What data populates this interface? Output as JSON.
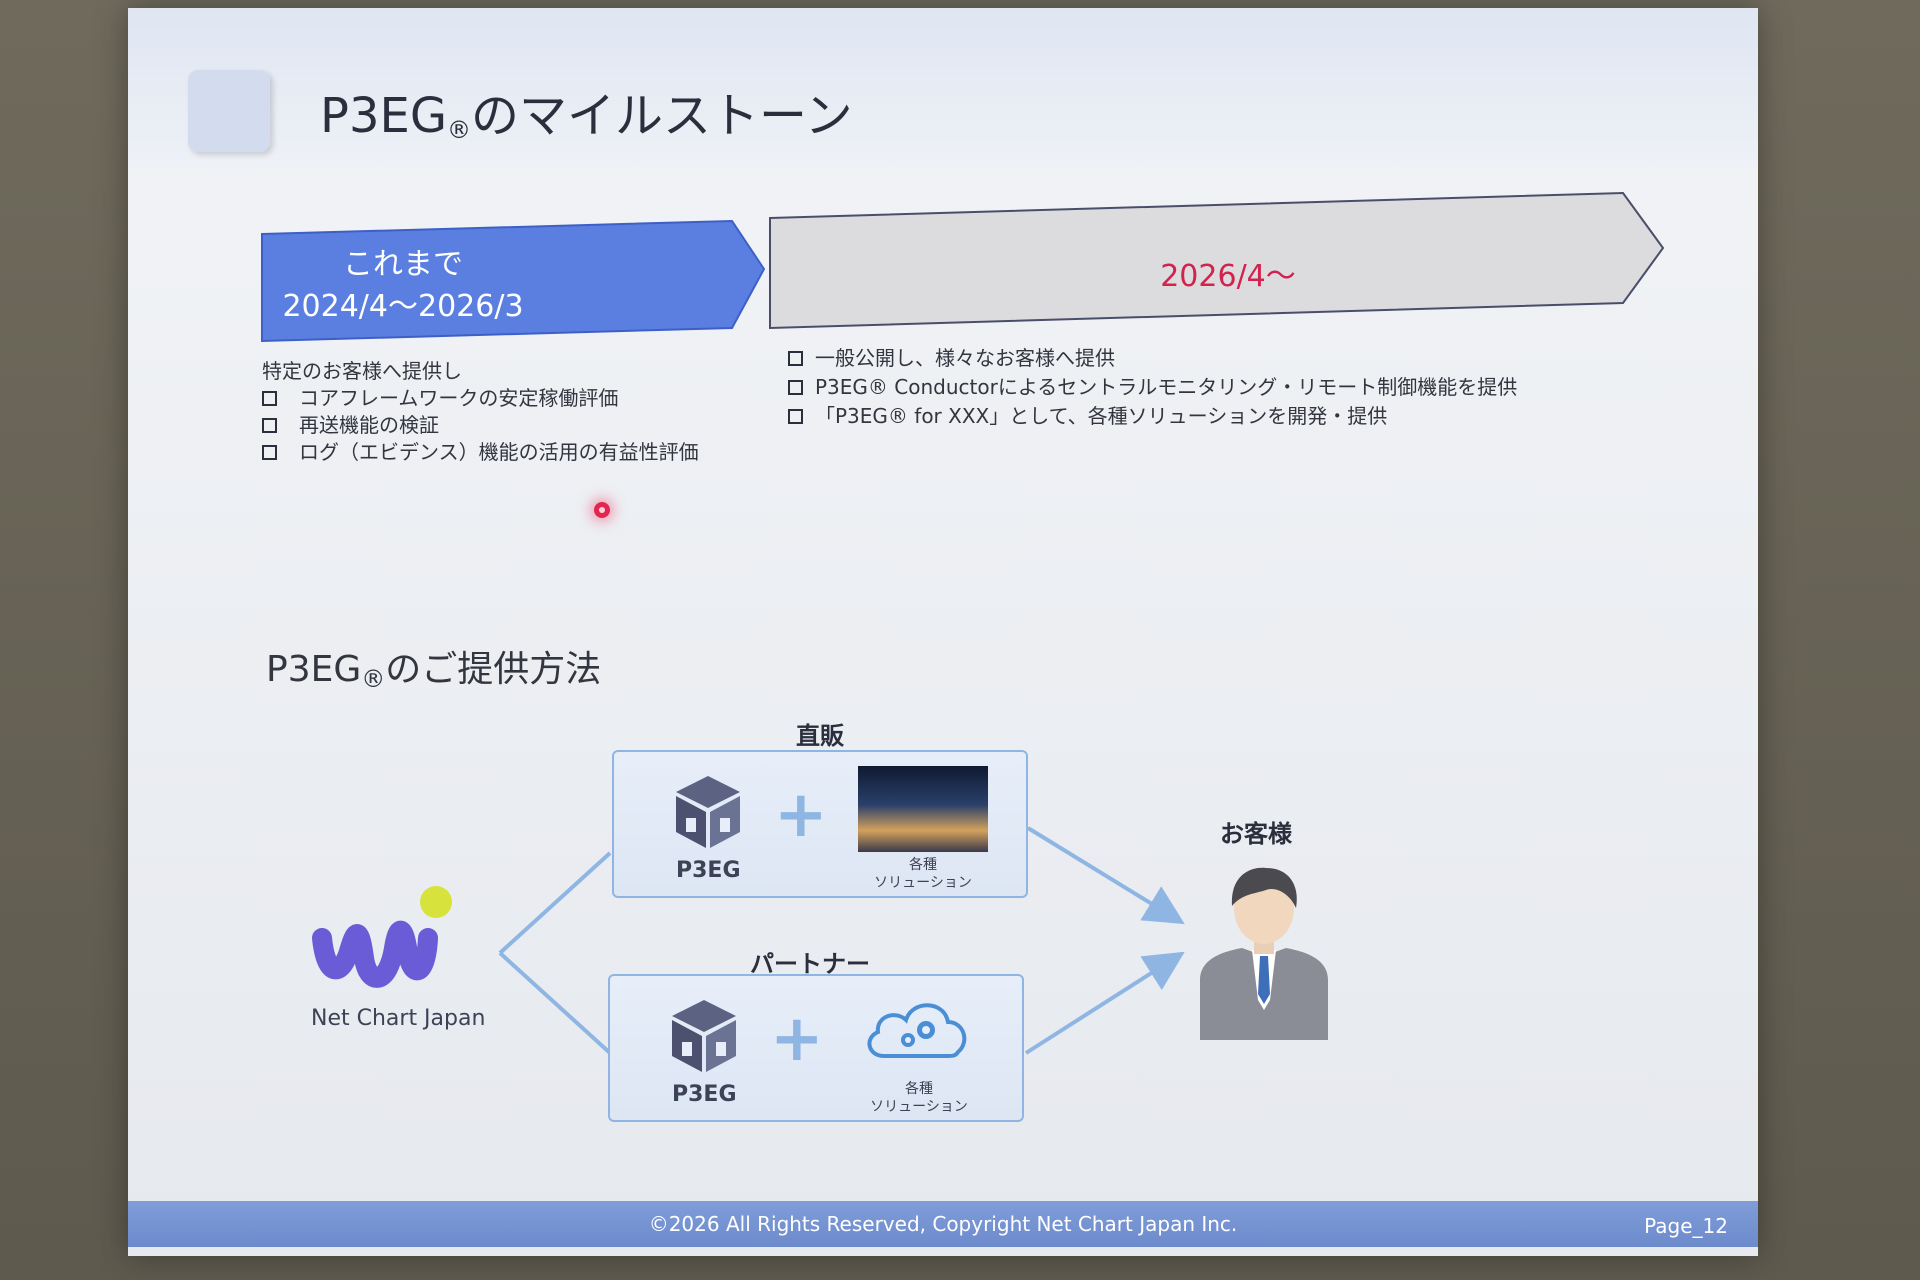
{
  "slide": {
    "title_main": "P3EG",
    "title_reg": "®",
    "title_rest": "のマイルストーン"
  },
  "timeline": {
    "left_line1": "これまで",
    "left_line2": "2024/4～2026/3",
    "right_label": "2026/4～"
  },
  "left_list": {
    "intro": "特定のお客様へ提供し",
    "items": [
      "コアフレームワークの安定稼働評価",
      "再送機能の検証",
      "ログ（エビデンス）機能の活用の有益性評価"
    ]
  },
  "right_list": {
    "items": [
      "一般公開し、様々なお客様へ提供",
      "P3EG® Conductorによるセントラルモニタリング・リモート制御機能を提供",
      "「P3EG® for XXX」として、各種ソリューションを開発・提供"
    ]
  },
  "section": {
    "title_main": "P3EG",
    "title_reg": "®",
    "title_rest": "のご提供方法"
  },
  "diagram": {
    "direct_label": "直販",
    "partner_label": "パートナー",
    "customer_label": "お客様",
    "product_name": "P3EG",
    "solution_line1": "各種",
    "solution_line2": "ソリューション",
    "company_name": "Net Chart Japan",
    "accent_blue": "#8fb6e3",
    "logo_purple": "#6a5bd6",
    "logo_yellow": "#d7e33c"
  },
  "footer": {
    "copyright": "©2026 All Rights Reserved, Copyright Net Chart Japan Inc.",
    "page": "Page_12"
  },
  "colors": {
    "arrow_left": "#5a7fe0",
    "arrow_right": "#dcdcde",
    "highlight_red": "#d2234f",
    "footer_blue": "#7393d2"
  }
}
